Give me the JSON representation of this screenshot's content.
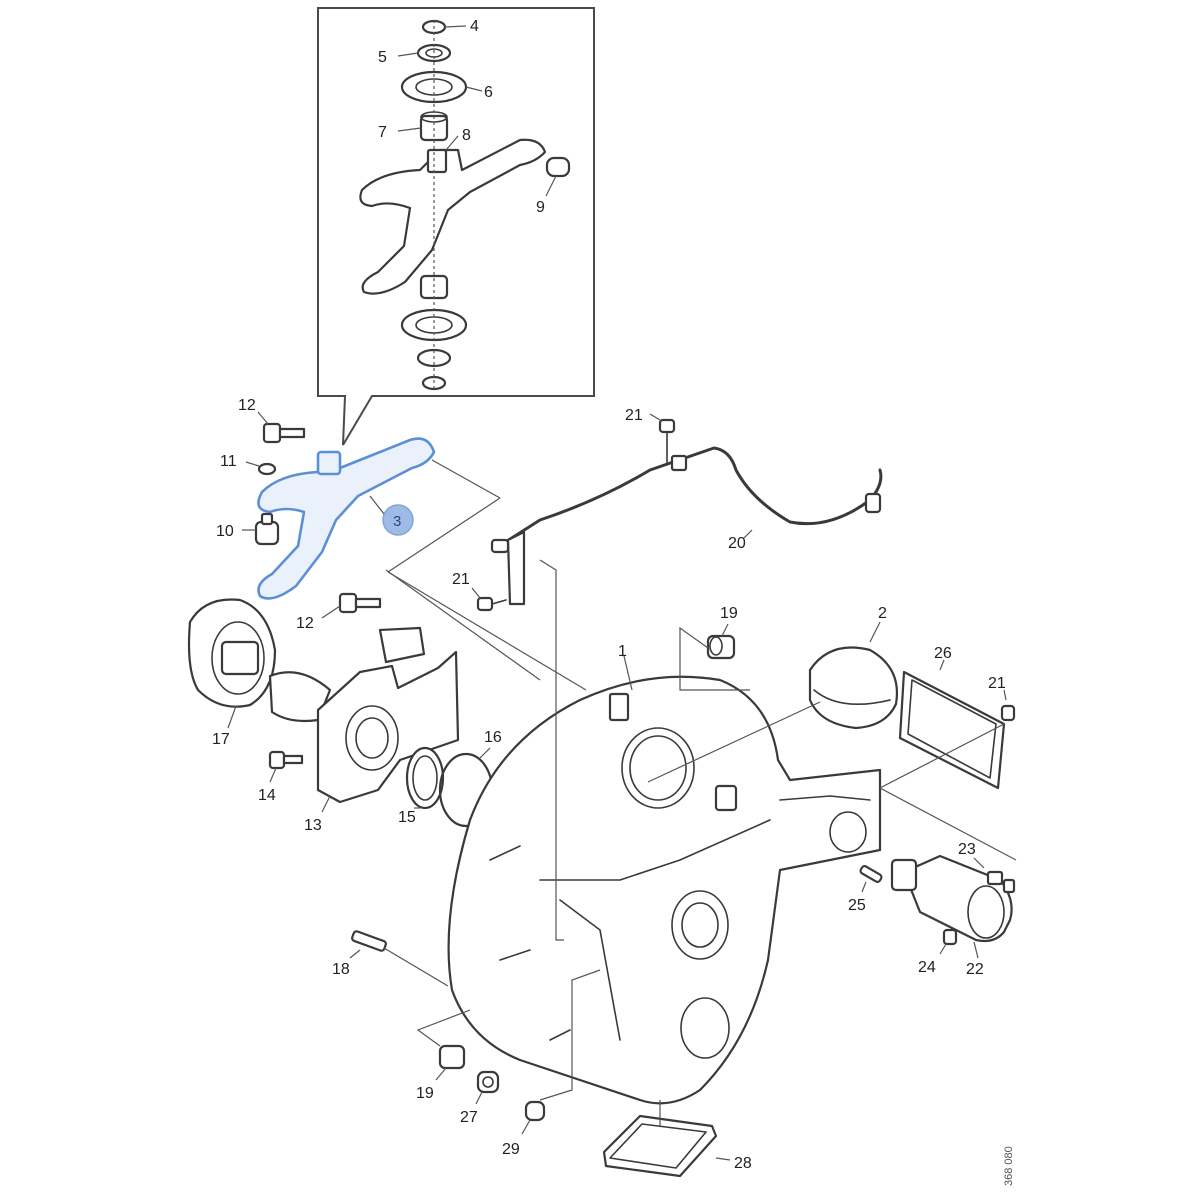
{
  "diagram": {
    "highlight": {
      "label": "3",
      "color": "#5b8fd6"
    },
    "callouts": [
      {
        "id": "c4",
        "text": "4"
      },
      {
        "id": "c5",
        "text": "5"
      },
      {
        "id": "c6",
        "text": "6"
      },
      {
        "id": "c7",
        "text": "7"
      },
      {
        "id": "c8",
        "text": "8"
      },
      {
        "id": "c9",
        "text": "9"
      },
      {
        "id": "c12a",
        "text": "12"
      },
      {
        "id": "c11",
        "text": "11"
      },
      {
        "id": "c10",
        "text": "10"
      },
      {
        "id": "c12b",
        "text": "12"
      },
      {
        "id": "c17",
        "text": "17"
      },
      {
        "id": "c14",
        "text": "14"
      },
      {
        "id": "c13",
        "text": "13"
      },
      {
        "id": "c15",
        "text": "15"
      },
      {
        "id": "c16",
        "text": "16"
      },
      {
        "id": "c21a",
        "text": "21"
      },
      {
        "id": "c21b",
        "text": "21"
      },
      {
        "id": "c20",
        "text": "20"
      },
      {
        "id": "c19a",
        "text": "19"
      },
      {
        "id": "c1",
        "text": "1"
      },
      {
        "id": "c2",
        "text": "2"
      },
      {
        "id": "c26",
        "text": "26"
      },
      {
        "id": "c21c",
        "text": "21"
      },
      {
        "id": "c23",
        "text": "23"
      },
      {
        "id": "c25",
        "text": "25"
      },
      {
        "id": "c24",
        "text": "24"
      },
      {
        "id": "c22",
        "text": "22"
      },
      {
        "id": "c18",
        "text": "18"
      },
      {
        "id": "c19b",
        "text": "19"
      },
      {
        "id": "c27",
        "text": "27"
      },
      {
        "id": "c29",
        "text": "29"
      },
      {
        "id": "c28",
        "text": "28"
      }
    ],
    "reference_code": "368 080"
  }
}
